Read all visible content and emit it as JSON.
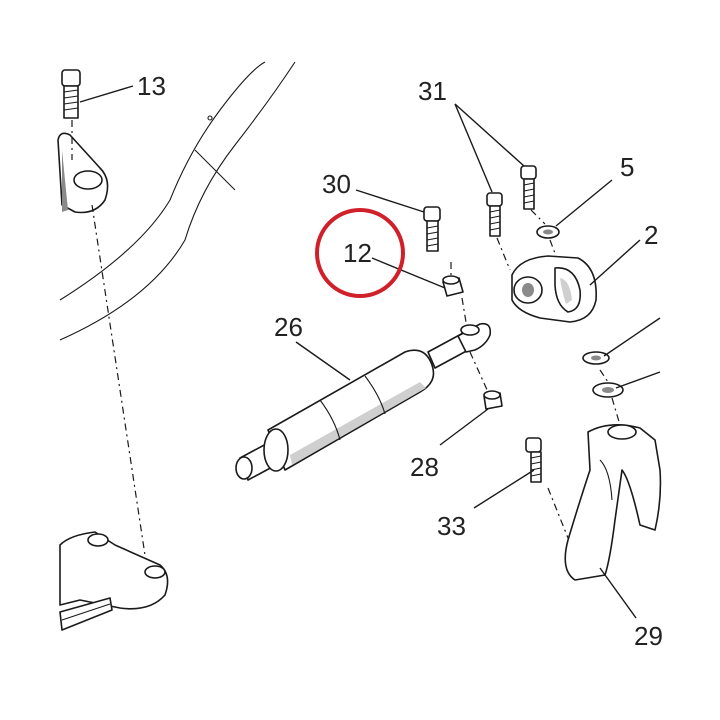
{
  "diagram": {
    "highlight_color": "#d0202a",
    "labels": {
      "13": "13",
      "31": "31",
      "5": "5",
      "30": "30",
      "12": "12",
      "2": "2",
      "26": "26",
      "28": "28",
      "33": "33",
      "29": "29"
    }
  }
}
